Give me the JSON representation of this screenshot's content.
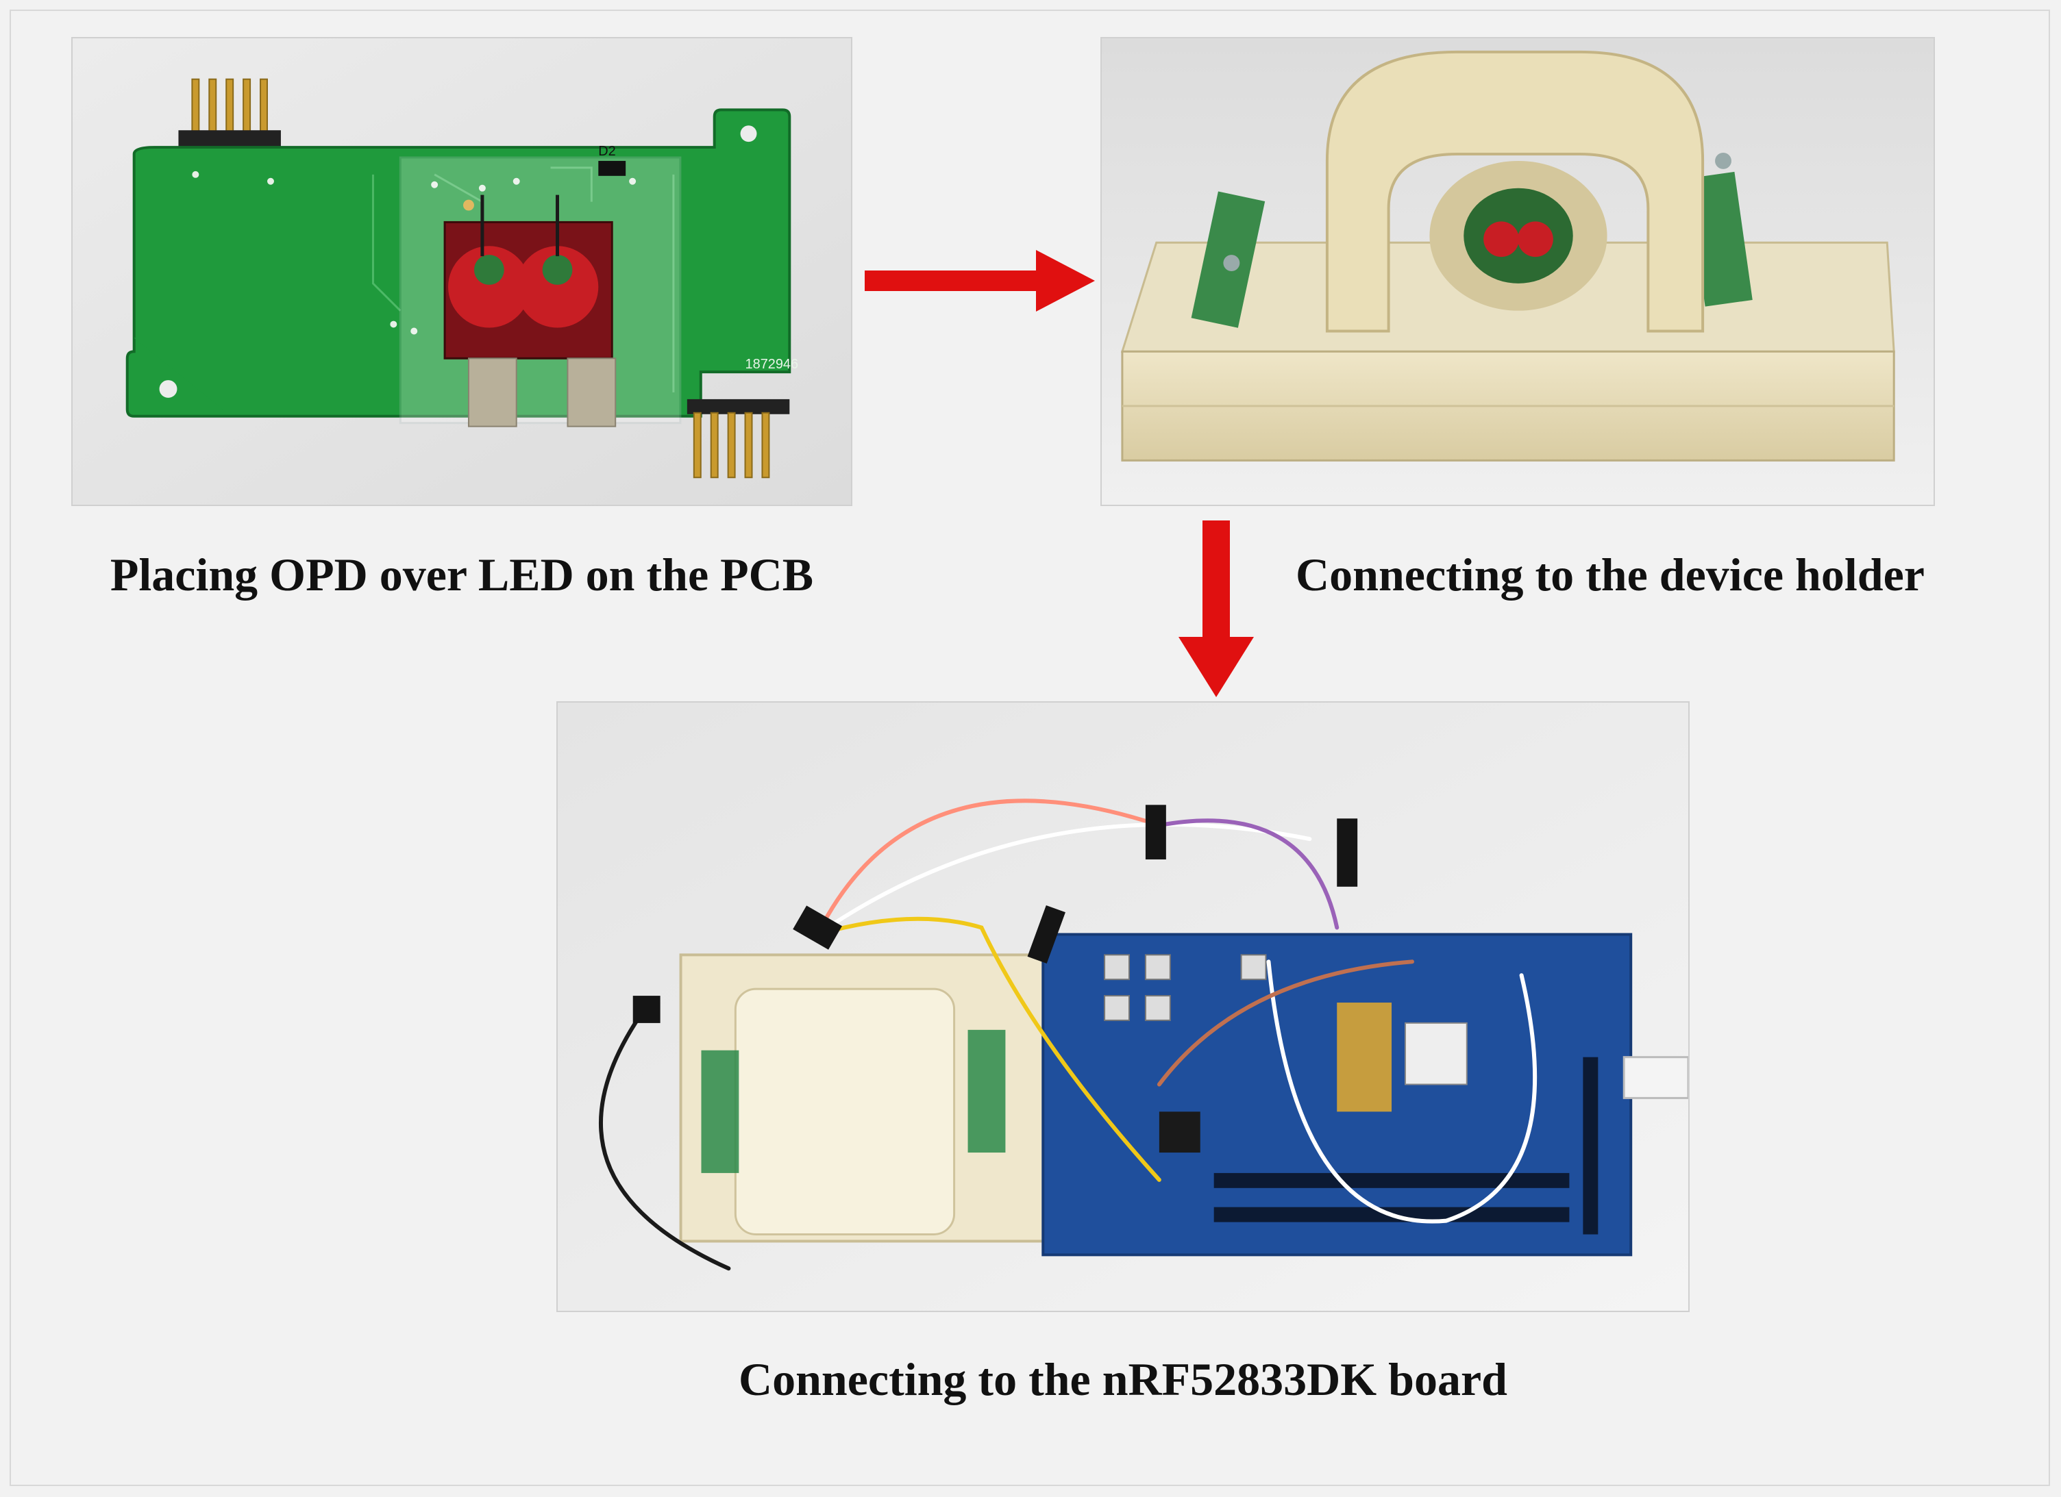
{
  "steps": [
    {
      "caption": "Placing OPD over LED on the PCB"
    },
    {
      "caption": "Connecting to the device holder"
    },
    {
      "caption": "Connecting to the nRF52833DK board"
    }
  ],
  "labels": {
    "pcb_serial": "1872946",
    "pcb_ref": "D2"
  },
  "colors": {
    "arrow": "#e01010",
    "pcb_green": "#1f9a3c",
    "led_red": "#c81e24",
    "board_blue": "#1f4f9c",
    "holder_resin": "#e6dcb8"
  }
}
